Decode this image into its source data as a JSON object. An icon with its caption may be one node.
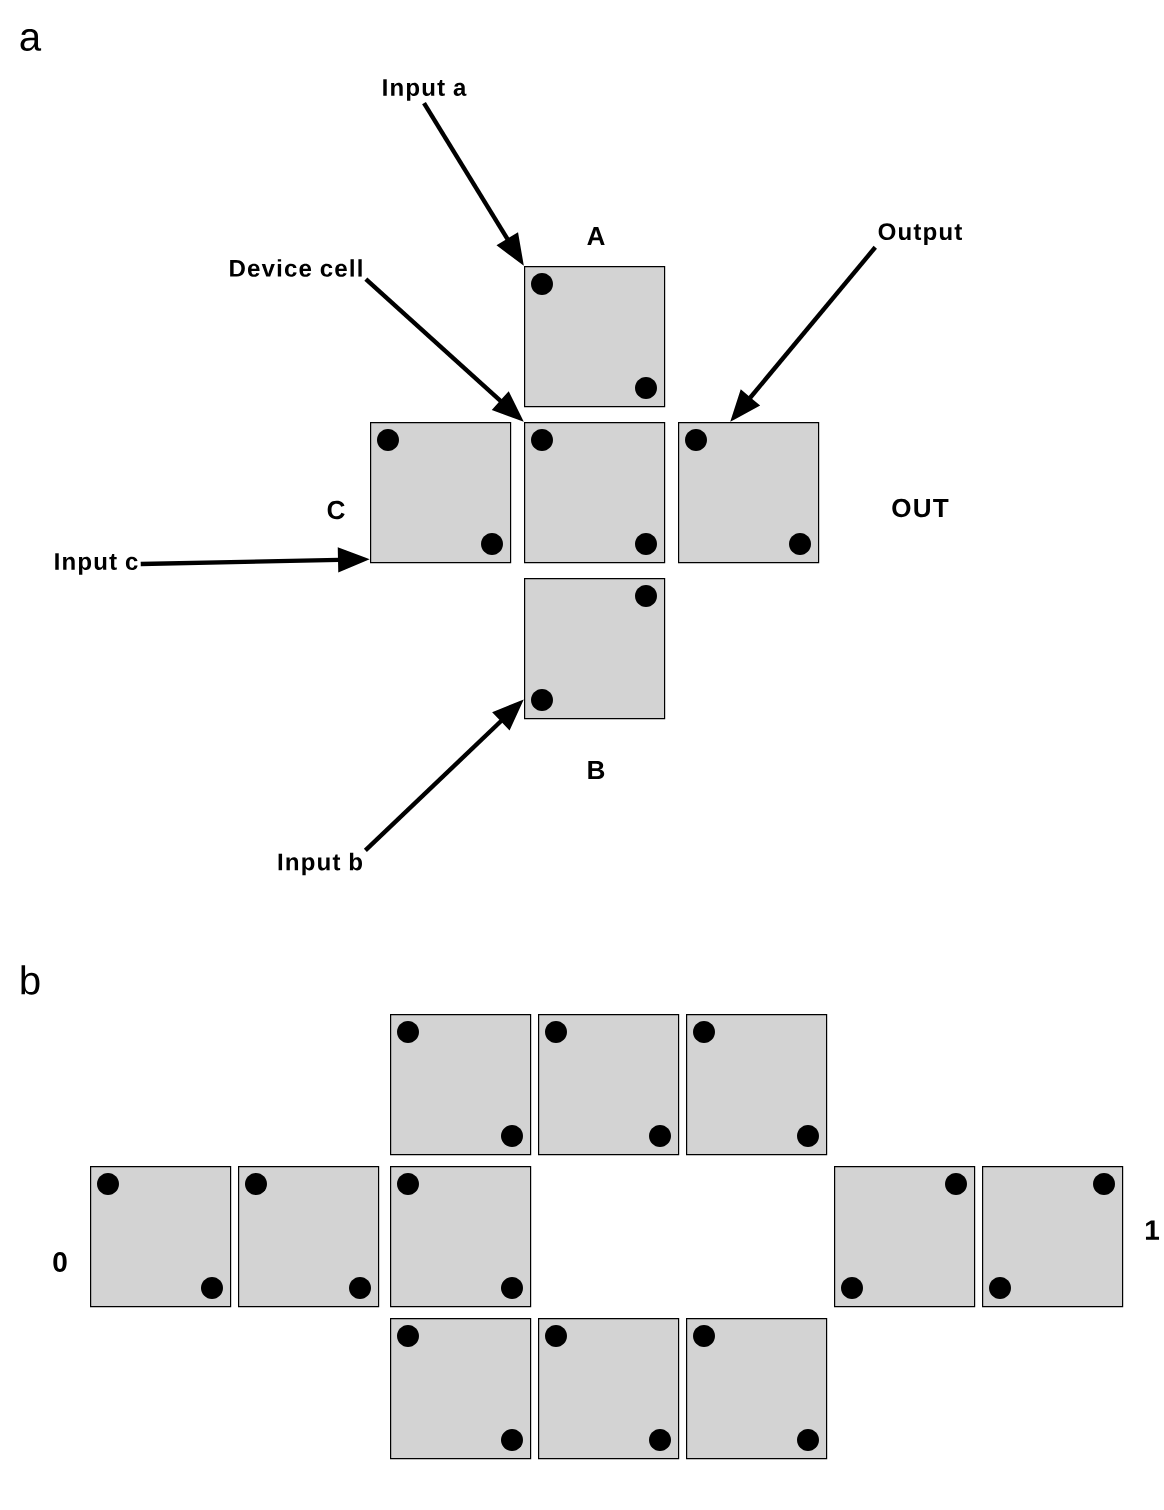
{
  "diagram": {
    "nodes": [
      {
        "text": [
          "Input a"
        ]
      },
      {
        "text": [
          "Device cell"
        ]
      },
      {
        "text": [],
        "shape": "box",
        "beside": [
          "A"
        ]
      },
      {
        "text": [
          "Output"
        ]
      },
      {
        "text": [],
        "shape": "box",
        "beside": [
          "C"
        ]
      },
      {
        "text": [],
        "shape": "box"
      },
      {
        "text": [],
        "shape": "box",
        "beside": [
          "OUT"
        ]
      },
      {
        "text": [
          "Input c"
        ]
      },
      {
        "text": [],
        "shape": "box",
        "beside": [
          "B"
        ]
      },
      {
        "text": [
          "Input b"
        ]
      },
      {
        "text": [],
        "shape": "box"
      },
      {
        "text": [],
        "shape": "box"
      },
      {
        "text": [],
        "shape": "box"
      },
      {
        "text": [],
        "shape": "box"
      },
      {
        "text": [],
        "shape": "box"
      },
      {
        "text": [],
        "shape": "box"
      },
      {
        "text": [],
        "shape": "box"
      },
      {
        "text": [],
        "shape": "box"
      },
      {
        "text": [],
        "shape": "box"
      },
      {
        "text": [],
        "shape": "box"
      },
      {
        "text": [],
        "shape": "box"
      }
    ],
    "edges": [
      {
        "from": 0,
        "to": 2,
        "arrow": "to"
      },
      {
        "from": 1,
        "to": 5,
        "arrow": "to"
      },
      {
        "from": 3,
        "to": 6,
        "arrow": "to"
      },
      {
        "from": 7,
        "to": 4,
        "arrow": "to"
      },
      {
        "from": 9,
        "to": 8,
        "arrow": "to"
      }
    ],
    "labels": [
      "a",
      "b",
      "0",
      "1"
    ]
  }
}
